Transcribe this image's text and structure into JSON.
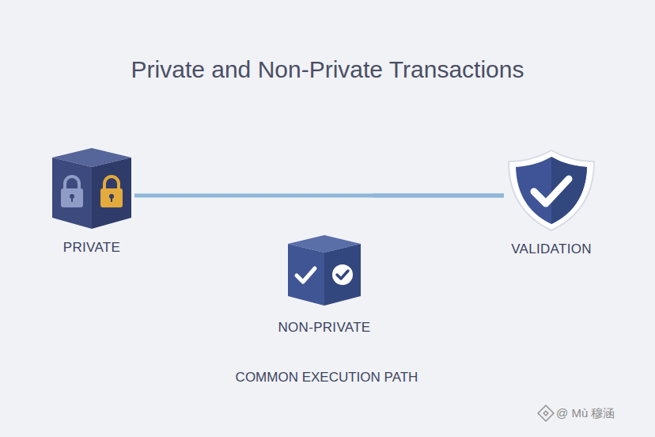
{
  "diagram": {
    "title": "Private and Non-Private Transactions",
    "nodes": [
      {
        "text": [
          "PRIVATE"
        ]
      },
      {
        "text": [
          "NON-PRIVATE"
        ]
      },
      {
        "text": [
          "VALIDATION"
        ]
      }
    ],
    "edges": [
      {
        "from": 0,
        "to": 2,
        "arrow": "none"
      },
      {
        "from": 1,
        "to": 2,
        "arrow": "none"
      }
    ],
    "labels": [
      "COMMON EXECUTION PATH",
      "@ Mù 穆涵"
    ]
  }
}
